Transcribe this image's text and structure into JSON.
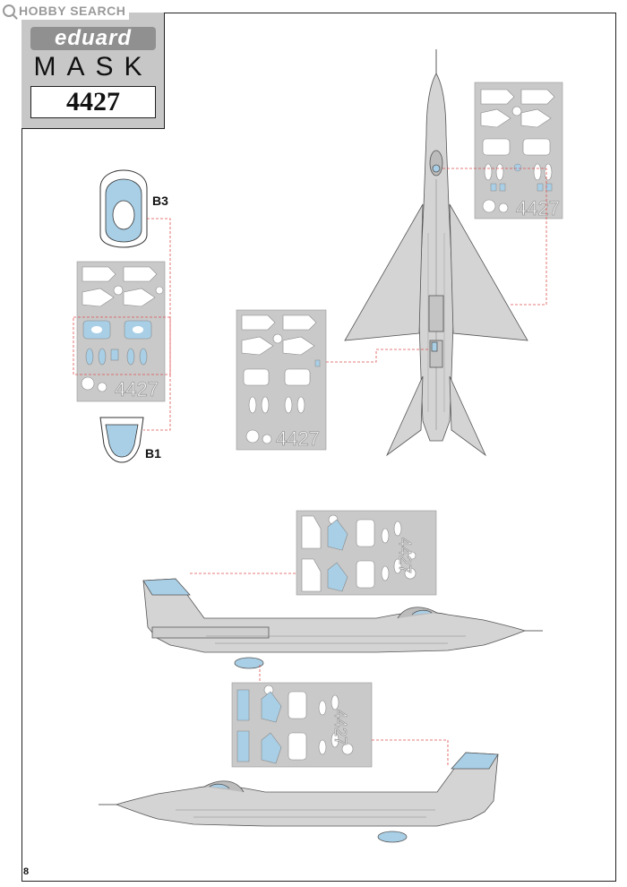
{
  "watermark": {
    "text": "HOBBY SEARCH"
  },
  "brand": {
    "logo": "eduard",
    "product_line": "MASK",
    "product_number": "4427"
  },
  "labels": {
    "b3": "B3",
    "b1": "B1"
  },
  "page": {
    "number": "8"
  },
  "mask_sheets": {
    "sheet_number": "4427",
    "sheet_color": "#c9c9c9",
    "mask_color": "#a9cfe6",
    "leader_color": "#e05050"
  },
  "icons": [
    "magnifier-icon"
  ]
}
